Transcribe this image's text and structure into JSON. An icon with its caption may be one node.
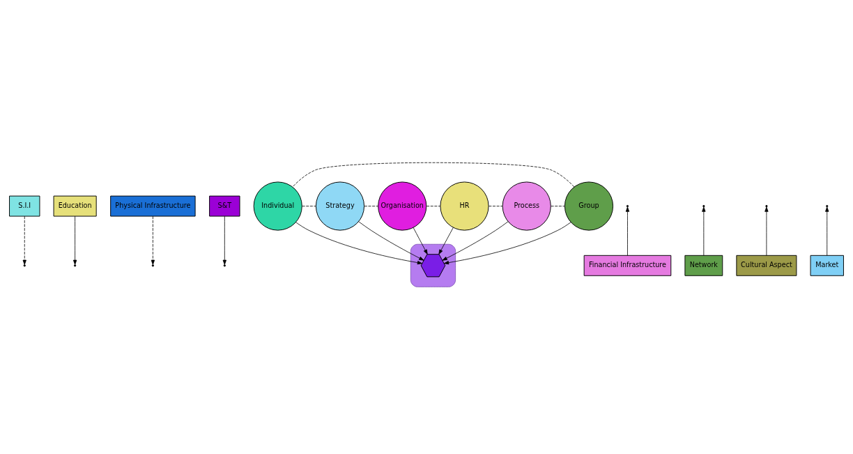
{
  "diagram": {
    "nodes": [
      {
        "text": [
          "S.I.I"
        ]
      },
      {
        "text": [
          "Education"
        ]
      },
      {
        "text": [
          "Physical Infrastructure"
        ]
      },
      {
        "text": [
          "S&T"
        ]
      },
      {
        "text": [
          "Individual"
        ]
      },
      {
        "text": [
          "Strategy"
        ]
      },
      {
        "text": [],
        "shape": "hexagon"
      },
      {
        "text": [],
        "shape": "hexagon",
        "in": 6
      },
      {
        "text": [
          "Group"
        ]
      },
      {
        "text": [
          "Organisation"
        ]
      },
      {
        "text": [
          "Financial Infrastructure"
        ]
      },
      {
        "text": [
          "Network"
        ]
      },
      {
        "text": [
          "Process"
        ]
      },
      {
        "text": [
          "HR"
        ]
      },
      {
        "text": [
          "Cultural Aspect"
        ]
      },
      {
        "text": [
          "Market"
        ]
      }
    ],
    "edges": [
      {
        "from": 4,
        "to": 7,
        "arrow": "to"
      },
      {
        "from": 5,
        "to": 7,
        "arrow": "to"
      },
      {
        "from": 8,
        "to": 7,
        "arrow": "to"
      },
      {
        "from": 9,
        "to": 7,
        "arrow": "to"
      },
      {
        "from": 12,
        "to": 7,
        "arrow": "to"
      },
      {
        "from": 13,
        "to": 7,
        "arrow": "to"
      },
      {
        "from": 4,
        "to": 5,
        "arrow": "none",
        "style": "dashed"
      },
      {
        "from": 5,
        "to": 9,
        "arrow": "none",
        "style": "dashed"
      },
      {
        "from": 9,
        "to": 13,
        "arrow": "none",
        "style": "dashed"
      },
      {
        "from": 13,
        "to": 12,
        "arrow": "none",
        "style": "dashed"
      },
      {
        "from": 12,
        "to": 8,
        "arrow": "none",
        "style": "dashed"
      },
      {
        "from": 8,
        "to": 4,
        "arrow": "none",
        "style": "dashed"
      },
      {
        "from": 0,
        "to": null,
        "arrow": "to",
        "style": "dashed"
      },
      {
        "from": 1,
        "to": null,
        "arrow": "to"
      },
      {
        "from": 2,
        "to": null,
        "arrow": "to",
        "style": "dashed"
      },
      {
        "from": 3,
        "to": null,
        "arrow": "to"
      },
      {
        "from": 10,
        "to": null,
        "arrow": "to"
      },
      {
        "from": 11,
        "to": null,
        "arrow": "to"
      },
      {
        "from": 14,
        "to": null,
        "arrow": "to"
      },
      {
        "from": 15,
        "to": null,
        "arrow": "to"
      }
    ]
  }
}
